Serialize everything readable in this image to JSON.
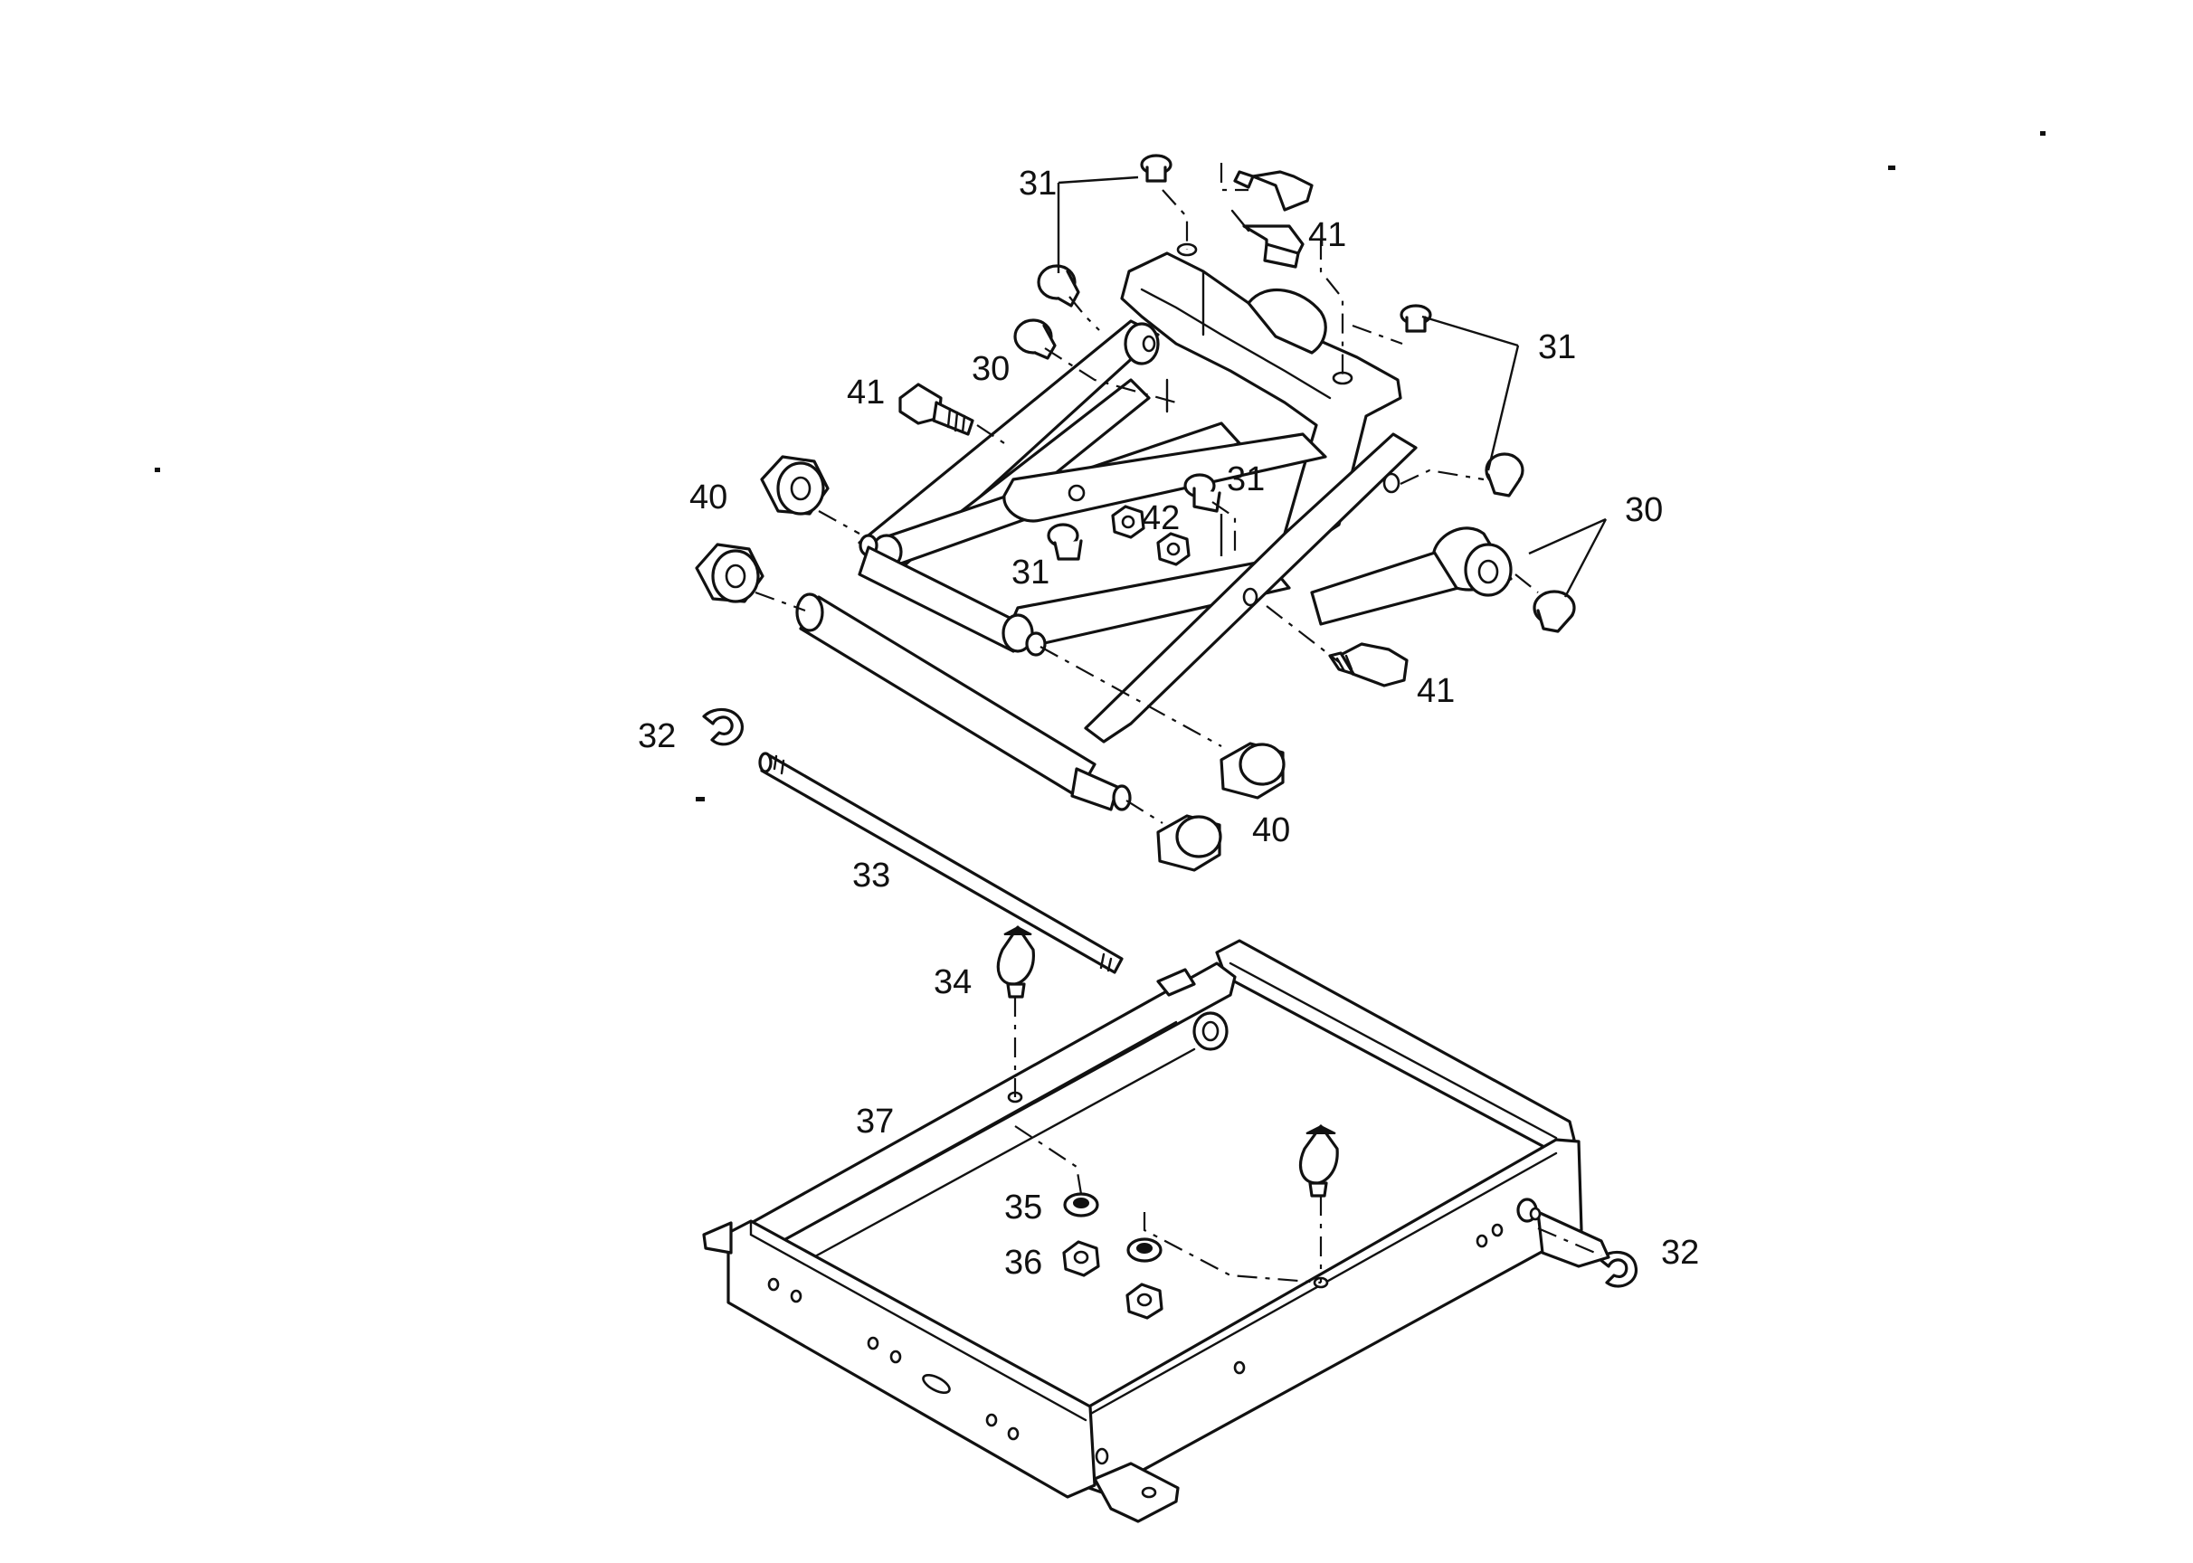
{
  "callouts": {
    "c31_top": "31",
    "c41_top": "41",
    "c31_right": "31",
    "c30_upper_left": "30",
    "c41_left": "41",
    "c40_left": "40",
    "c31_center": "31",
    "c42": "42",
    "c31_lower": "31",
    "c30_right": "30",
    "c41_lower": "41",
    "c32_left": "32",
    "c40_lower": "40",
    "c33": "33",
    "c34": "34",
    "c37": "37",
    "c35": "35",
    "c36": "36",
    "c32_right": "32"
  }
}
